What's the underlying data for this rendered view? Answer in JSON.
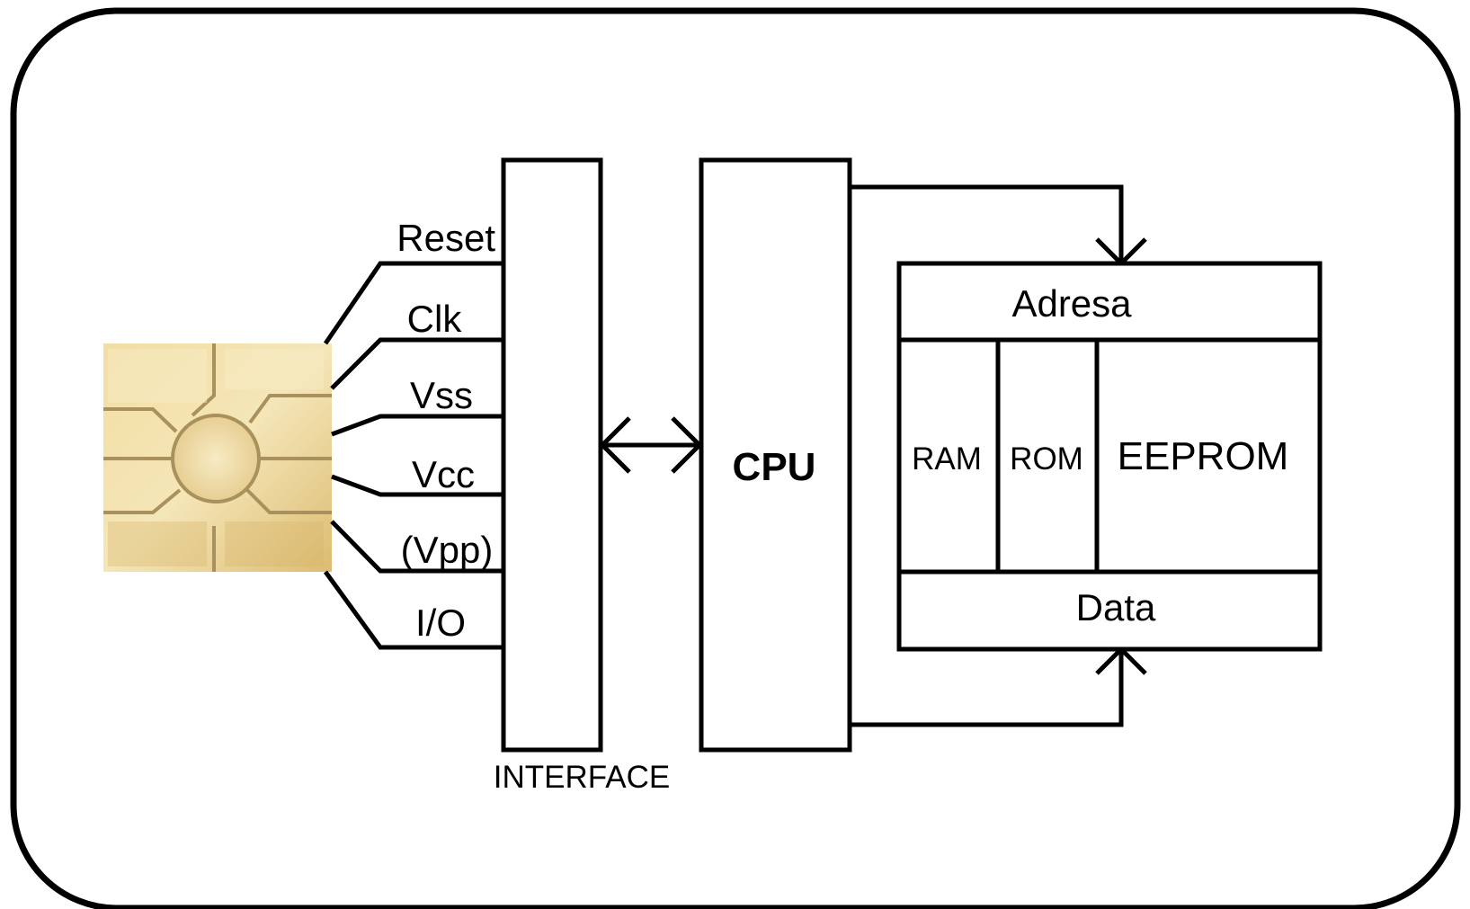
{
  "pins": {
    "reset": "Reset",
    "clk": "Clk",
    "vss": "Vss",
    "vcc": "Vcc",
    "vpp": "(Vpp)",
    "io": "I/O"
  },
  "interface": {
    "label": "INTERFACE"
  },
  "cpu": {
    "label": "CPU"
  },
  "memory": {
    "address": "Adresa",
    "ram": "RAM",
    "rom": "ROM",
    "eeprom": "EEPROM",
    "data": "Data"
  },
  "colors": {
    "chip_gold_light": "#f3dfa6",
    "chip_gold_dark": "#d9b76a",
    "chip_line": "#a8915c"
  }
}
